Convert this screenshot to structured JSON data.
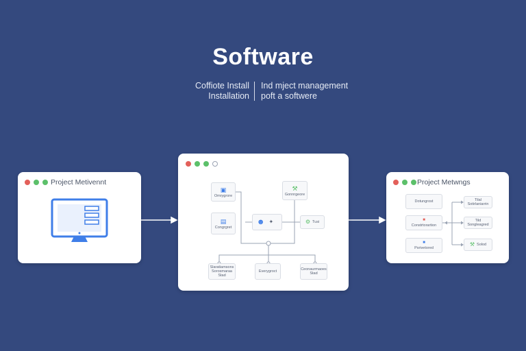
{
  "header": {
    "title": "Software",
    "subtitle_left_1": "Coffiote Install",
    "subtitle_left_2": "Installation",
    "subtitle_right_1": "Ind mject management",
    "subtitle_right_2": "poft a softwere"
  },
  "left_window": {
    "title": "Project Metivennt",
    "icon": "monitor-icon"
  },
  "center_window": {
    "nodes": {
      "top_left": {
        "label": "Omrygrore",
        "icon": "package-icon"
      },
      "top_right": {
        "label": "Gonnrgeore",
        "icon": "wrench-icon"
      },
      "mid_left": {
        "label": "Congrgret",
        "icon": "document-icon"
      },
      "mid_center": {
        "label": "",
        "icon": "user-icon"
      },
      "mid_right": {
        "label": "Tusi",
        "icon": "gear-icon"
      },
      "bottom_left": {
        "label": "Slaratiamsons",
        "label2": "Sorosmaraa",
        "label3": "Stad"
      },
      "bottom_center": {
        "label": "Everygroct"
      },
      "bottom_right": {
        "label": "Ceonaurmaoes",
        "label2": "Stad"
      }
    }
  },
  "right_window": {
    "title": "Project Metwngs",
    "nodes": {
      "left_top": {
        "label": "Dotungrost"
      },
      "left_mid": {
        "label": "Constrtorartion"
      },
      "left_bottom": {
        "label": "Psrivetored"
      },
      "right_top": {
        "label": "Tilal",
        "label2": "Sotirlaniarrin"
      },
      "right_mid": {
        "label": "Tild",
        "label2": "Songleagred"
      },
      "right_bottom": {
        "label": "Solod"
      }
    }
  },
  "colors": {
    "background": "#34497e",
    "accent_blue": "#3f7ee8",
    "accent_green": "#5cc06a",
    "accent_red": "#e3605a"
  }
}
